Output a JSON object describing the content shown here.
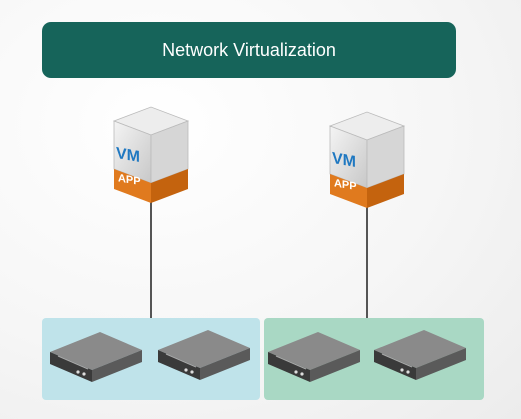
{
  "diagram": {
    "title": "Network Virtualization",
    "vms": [
      {
        "label": "VM",
        "app_label": "APP"
      },
      {
        "label": "VM",
        "app_label": "APP"
      }
    ],
    "zones": [
      {
        "color": "#bfe3ea",
        "servers": 2
      },
      {
        "color": "#a9d8c4",
        "servers": 2
      }
    ]
  },
  "colors": {
    "banner": "#16645a",
    "app": "#e07a1e",
    "vm_text": "#1f78c1"
  }
}
